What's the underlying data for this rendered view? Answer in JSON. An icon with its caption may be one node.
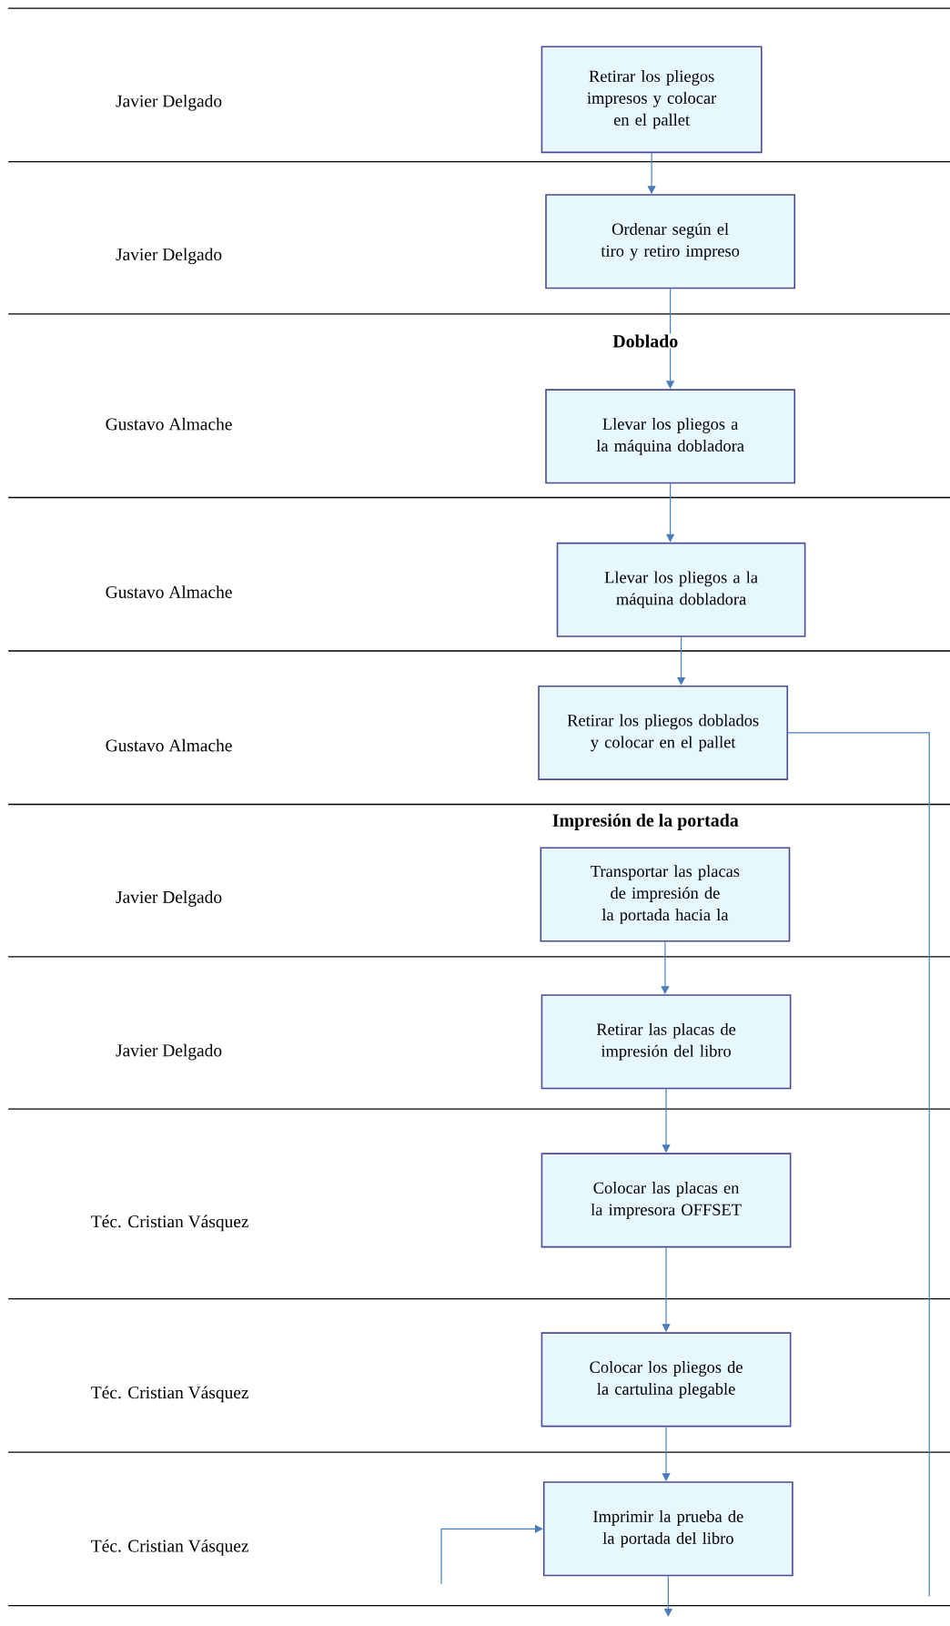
{
  "diagram": {
    "nodes": [
      {
        "text": [
          "Retirar los pliegos impresos y colocar en el pallet"
        ]
      },
      {
        "text": [
          "Ordenar según el tiro y retiro impreso"
        ]
      },
      {
        "text": [
          "Llevar los pliegos a la máquina dobladora"
        ]
      },
      {
        "text": [
          "Llevar los pliegos a la máquina dobladora"
        ]
      },
      {
        "text": [
          "Retirar los pliegos doblados y colocar en el pallet"
        ]
      },
      {
        "text": [
          "Transportar las placas de impresión de la portada hacia la"
        ]
      },
      {
        "text": [
          "Retirar las placas de impresión del libro"
        ]
      },
      {
        "text": [
          "Colocar las placas en la impresora OFFSET"
        ]
      },
      {
        "text": [
          "Colocar los pliegos de la cartulina plegable"
        ]
      },
      {
        "text": [
          "Imprimir la prueba de la portada del libro"
        ]
      }
    ],
    "edges": [
      {
        "from": 0,
        "to": 1,
        "arrow": "to"
      },
      {
        "from": 1,
        "to": 2,
        "arrow": "to"
      },
      {
        "from": 2,
        "to": 3,
        "arrow": "to"
      },
      {
        "from": 3,
        "to": 4,
        "arrow": "to"
      },
      {
        "from": 4,
        "to": null,
        "arrow": "none"
      },
      {
        "from": 5,
        "to": 6,
        "arrow": "to"
      },
      {
        "from": 6,
        "to": 7,
        "arrow": "to"
      },
      {
        "from": 7,
        "to": 8,
        "arrow": "to"
      },
      {
        "from": 8,
        "to": 9,
        "arrow": "to"
      },
      {
        "from": null,
        "to": 9,
        "arrow": "to"
      },
      {
        "from": 9,
        "to": null,
        "arrow": "to"
      }
    ],
    "labels": [
      "Javier Delgado",
      "Javier Delgado",
      "Doblado",
      "Gustavo Almache",
      "Gustavo Almache",
      "Gustavo Almache",
      "Impresión de la portada",
      "Javier Delgado",
      "Javier Delgado",
      "Téc. Cristian Vásquez",
      "Téc. Cristian Vásquez",
      "Téc. Cristian Vásquez"
    ]
  }
}
